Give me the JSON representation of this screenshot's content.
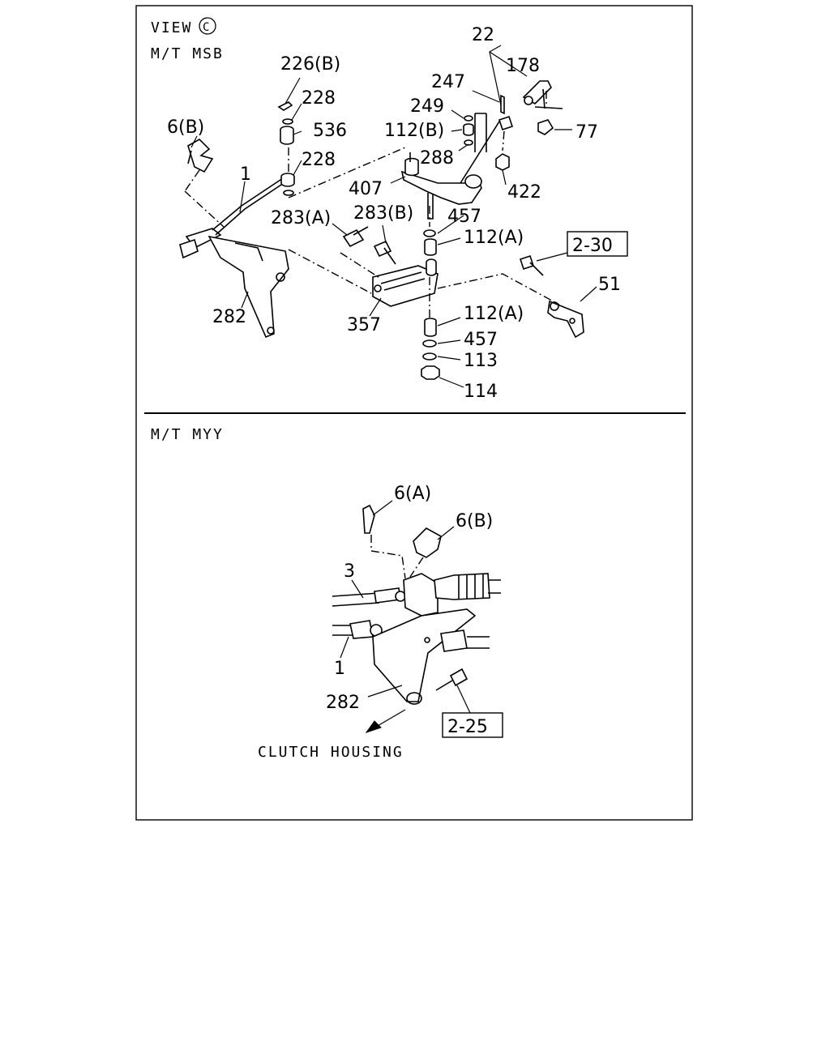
{
  "top_panel": {
    "view_title": "VIEW",
    "view_letter": "C",
    "subtitle": "M/T MSB",
    "callouts": [
      "22",
      "178",
      "226(B)",
      "228",
      "536",
      "228",
      "6(B)",
      "1",
      "247",
      "249",
      "112(B)",
      "288",
      "77",
      "407",
      "422",
      "283(A)",
      "283(B)",
      "457",
      "112(A)",
      "2-30",
      "51",
      "282",
      "357",
      "112(A)",
      "457",
      "113",
      "114"
    ]
  },
  "bottom_panel": {
    "subtitle": "M/T MYY",
    "callouts": [
      "6(A)",
      "6(B)",
      "3",
      "1",
      "282",
      "2-25"
    ],
    "note": "CLUTCH HOUSING"
  }
}
